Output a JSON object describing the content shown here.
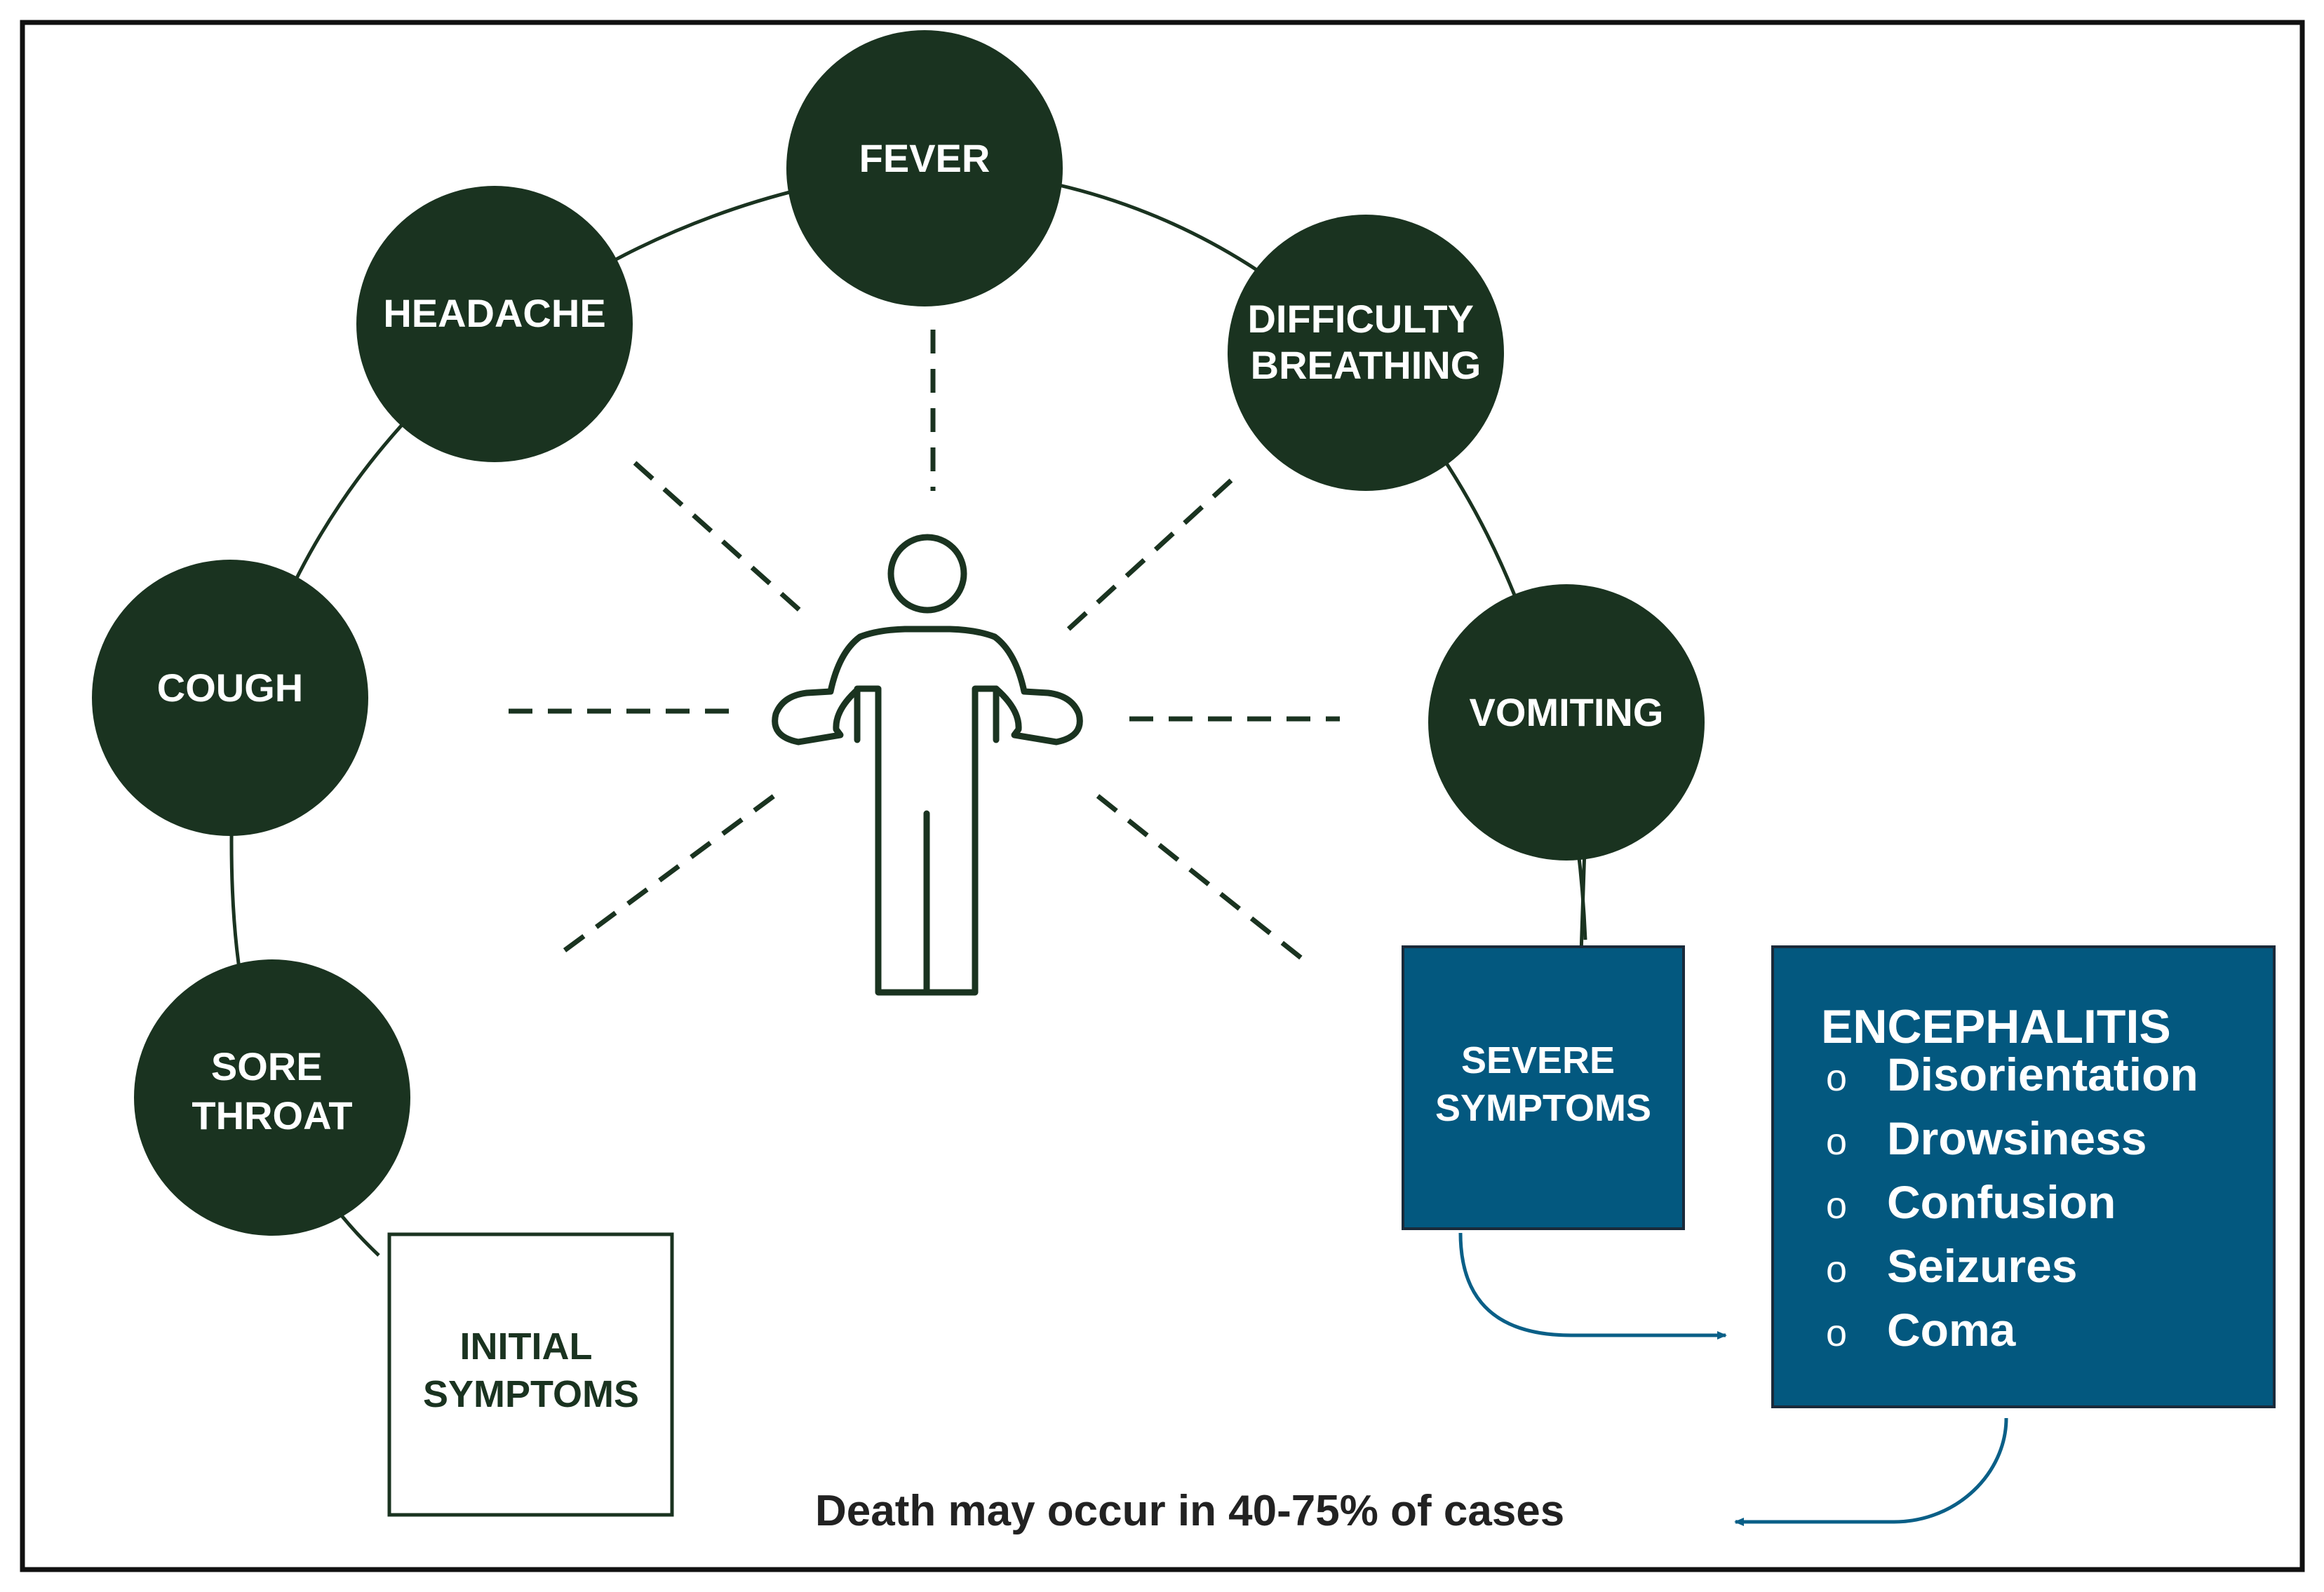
{
  "colors": {
    "circle_fill": "#1a3320",
    "circle_text": "#ffffff",
    "ring_line": "#1a3320",
    "figure_stroke": "#1a3320",
    "severe_fill": "#03587f",
    "severe_text": "#ffffff",
    "initial_border": "#1a3320",
    "initial_text": "#1a3320",
    "arrow_color": "#0a5f87",
    "caption_text": "#222222",
    "frame": "#111111"
  },
  "symptoms": [
    {
      "id": "fever",
      "lines": [
        "FEVER"
      ]
    },
    {
      "id": "headache",
      "lines": [
        "HEADACHE"
      ]
    },
    {
      "id": "difficulty-breathing",
      "lines": [
        "DIFFICULTY",
        "BREATHING"
      ]
    },
    {
      "id": "cough",
      "lines": [
        "COUGH"
      ]
    },
    {
      "id": "vomiting",
      "lines": [
        "VOMITING"
      ]
    },
    {
      "id": "sore-throat",
      "lines": [
        "SORE",
        "THROAT"
      ]
    }
  ],
  "initial_symptoms": {
    "lines": [
      "INITIAL",
      "SYMPTOMS"
    ]
  },
  "severe_symptoms": {
    "lines": [
      "SEVERE",
      "SYMPTOMS"
    ]
  },
  "encephalitis": {
    "title": "ENCEPHALITIS",
    "bullet": "o",
    "items": [
      "Disorientation",
      "Drowsiness",
      "Confusion",
      "Seizures",
      "Coma"
    ]
  },
  "caption": "Death may occur in 40-75% of cases"
}
